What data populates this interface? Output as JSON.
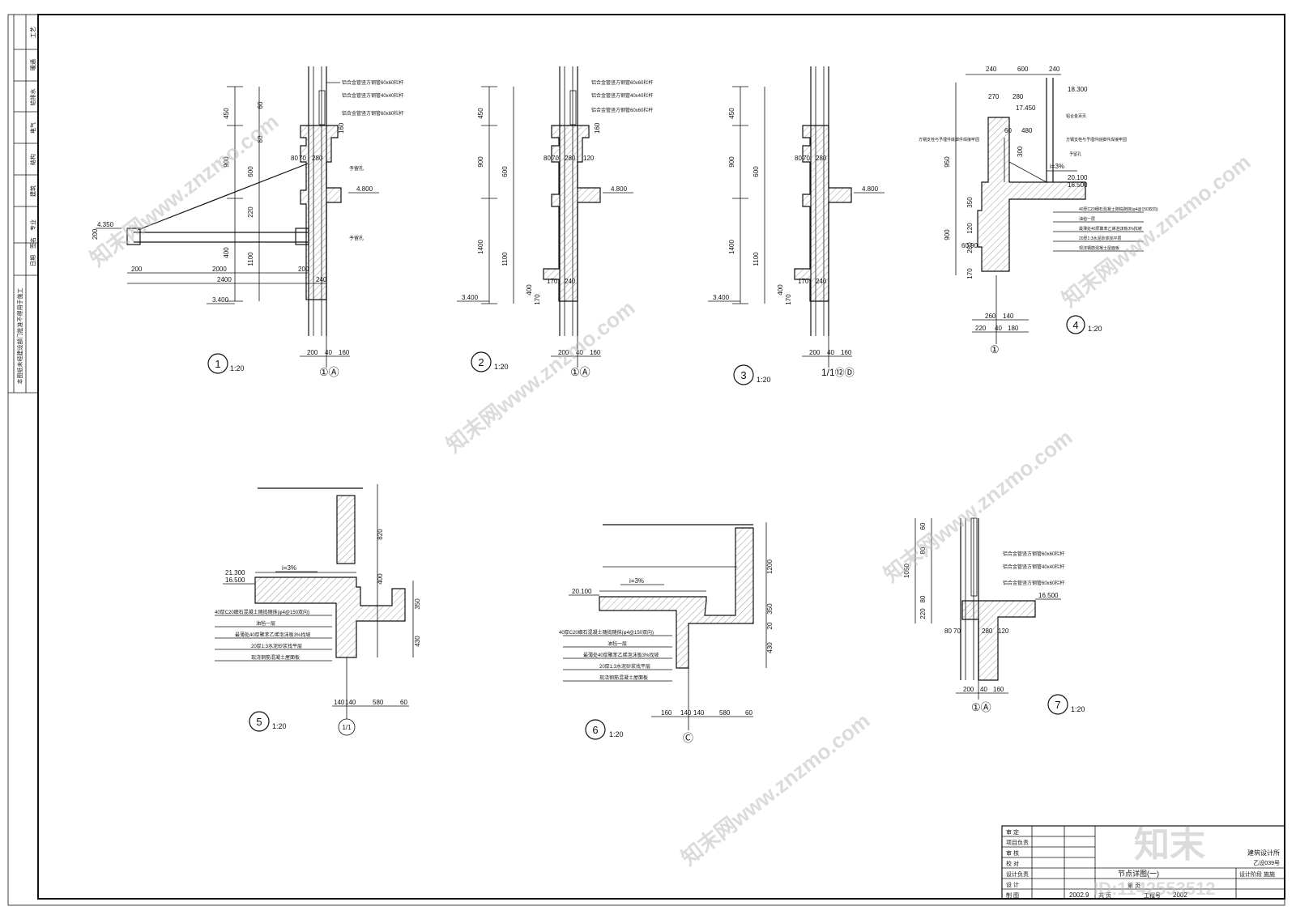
{
  "strip": {
    "labels": [
      "工艺",
      "暖通",
      "给排水",
      "电气",
      "结构",
      "建筑"
    ],
    "sign_cols": [
      "专业",
      "签名",
      "日期"
    ],
    "notice": "本图纸未经建设部门批准不得用于施工"
  },
  "details": [
    {
      "num": "1",
      "scale": "1:20",
      "axis": "①Ⓐ"
    },
    {
      "num": "2",
      "scale": "1:20",
      "axis": "①Ⓐ"
    },
    {
      "num": "3",
      "scale": "1:20",
      "axis": "1/1⑫Ⓓ"
    },
    {
      "num": "4",
      "scale": "1:20",
      "axis": "①"
    },
    {
      "num": "5",
      "scale": "1:20",
      "axis": "1/1"
    },
    {
      "num": "6",
      "scale": "1:20",
      "axis": "Ⓒ"
    },
    {
      "num": "7",
      "scale": "1:20",
      "axis": "①Ⓐ"
    }
  ],
  "rail_notes": {
    "a": "铝合金管竖方钢管60x60栏杆",
    "b": "铝合金管竖方钢管40x40栏杆",
    "c": "铝合金管竖方钢管60x60栏杆"
  },
  "d1": {
    "vdims": [
      "450",
      "900",
      "600",
      "1100",
      "400",
      "220",
      "80"
    ],
    "small": [
      "60",
      "80",
      "60",
      "60",
      "80",
      "70"
    ],
    "elev": [
      "4.350",
      "4.800",
      "3.400"
    ],
    "hdims": [
      "200",
      "2000",
      "200",
      "2400",
      "240"
    ],
    "bottom": [
      "200",
      "40",
      "160"
    ],
    "side": [
      "280",
      "160",
      "80",
      "70",
      "200"
    ],
    "note_rail": "予留孔"
  },
  "d2": {
    "vdims": [
      "450",
      "900",
      "600",
      "1400",
      "1100",
      "400",
      "170"
    ],
    "elev": [
      "4.800",
      "3.400"
    ],
    "bottom": [
      "200",
      "40",
      "160"
    ],
    "side": [
      "280",
      "160",
      "120",
      "80",
      "70",
      "170",
      "240"
    ]
  },
  "d3": {
    "vdims": [
      "450",
      "900",
      "600",
      "1400",
      "1100",
      "400",
      "170"
    ],
    "elev": [
      "4.800",
      "3.400"
    ],
    "bottom": [
      "200",
      "40",
      "160"
    ],
    "side": [
      "280",
      "80",
      "70",
      "170",
      "240"
    ]
  },
  "d4": {
    "top": [
      "240",
      "600",
      "240"
    ],
    "elev": [
      "18.300",
      "17.450",
      "20.100",
      "16.500"
    ],
    "dims": [
      "270",
      "280",
      "60",
      "480",
      "300",
      "950",
      "350",
      "120",
      "280",
      "900",
      "170",
      "60",
      "90"
    ],
    "bottom": [
      "260",
      "140",
      "220",
      "40",
      "180"
    ],
    "slope": "i=3%",
    "notes": [
      "方钢支栓与予埋件底脚件焊接牢固",
      "方钢支栓与予埋件底脚件焊接牢固",
      "铝合金百页",
      "予留孔",
      "40厚C20细石混凝土随捣随抹(φ4@150双向)",
      "油毡一层",
      "最薄处40厚聚苯乙烯泡沫板3%找坡",
      "20厚1:3水泥砂浆找平层",
      "现浇钢筋混凝土屋面板"
    ]
  },
  "d5": {
    "elev": [
      "21.300",
      "16.500"
    ],
    "slope": "i=3%",
    "vdims": [
      "820",
      "400",
      "350",
      "430"
    ],
    "bottom": [
      "140",
      "140",
      "580",
      "60"
    ],
    "layers": [
      "40厚C20细石混凝土随捣随抹(φ4@150双向)",
      "油毡一层",
      "最薄处40厚聚苯乙烯泡沫板3%找坡",
      "20厚1:3水泥砂浆找平层",
      "现浇钢筋混凝土屋面板"
    ]
  },
  "d6": {
    "elev": [
      "20.100"
    ],
    "slope": "i=3%",
    "vdims": [
      "1200",
      "350",
      "20",
      "430"
    ],
    "bottom": [
      "160",
      "140",
      "140",
      "580",
      "60"
    ]
  },
  "d7": {
    "vdims": [
      "1050",
      "80",
      "220",
      "60",
      "80"
    ],
    "elev": [
      "16.500"
    ],
    "bottom": [
      "200",
      "40",
      "160"
    ],
    "side": [
      "80",
      "70",
      "280",
      "120"
    ]
  },
  "title_block": {
    "rows": [
      "审 定",
      "项目负责",
      "审 核",
      "校 对",
      "设计负责",
      "设 计",
      "制 图"
    ],
    "company": "建筑设计所",
    "cert": "乙设039号",
    "title": "节点详图(一)",
    "stage_label": "设计阶段",
    "stage": "施施",
    "date": "2002.9",
    "proj_no_label": "工程号",
    "proj_no": "2002",
    "sheet_total": "共 页",
    "sheet_no": "第 页",
    "watermark_id": "ID:1142553512"
  },
  "watermark": {
    "text": "知末网www.znzmo.com",
    "logo": "知末"
  }
}
